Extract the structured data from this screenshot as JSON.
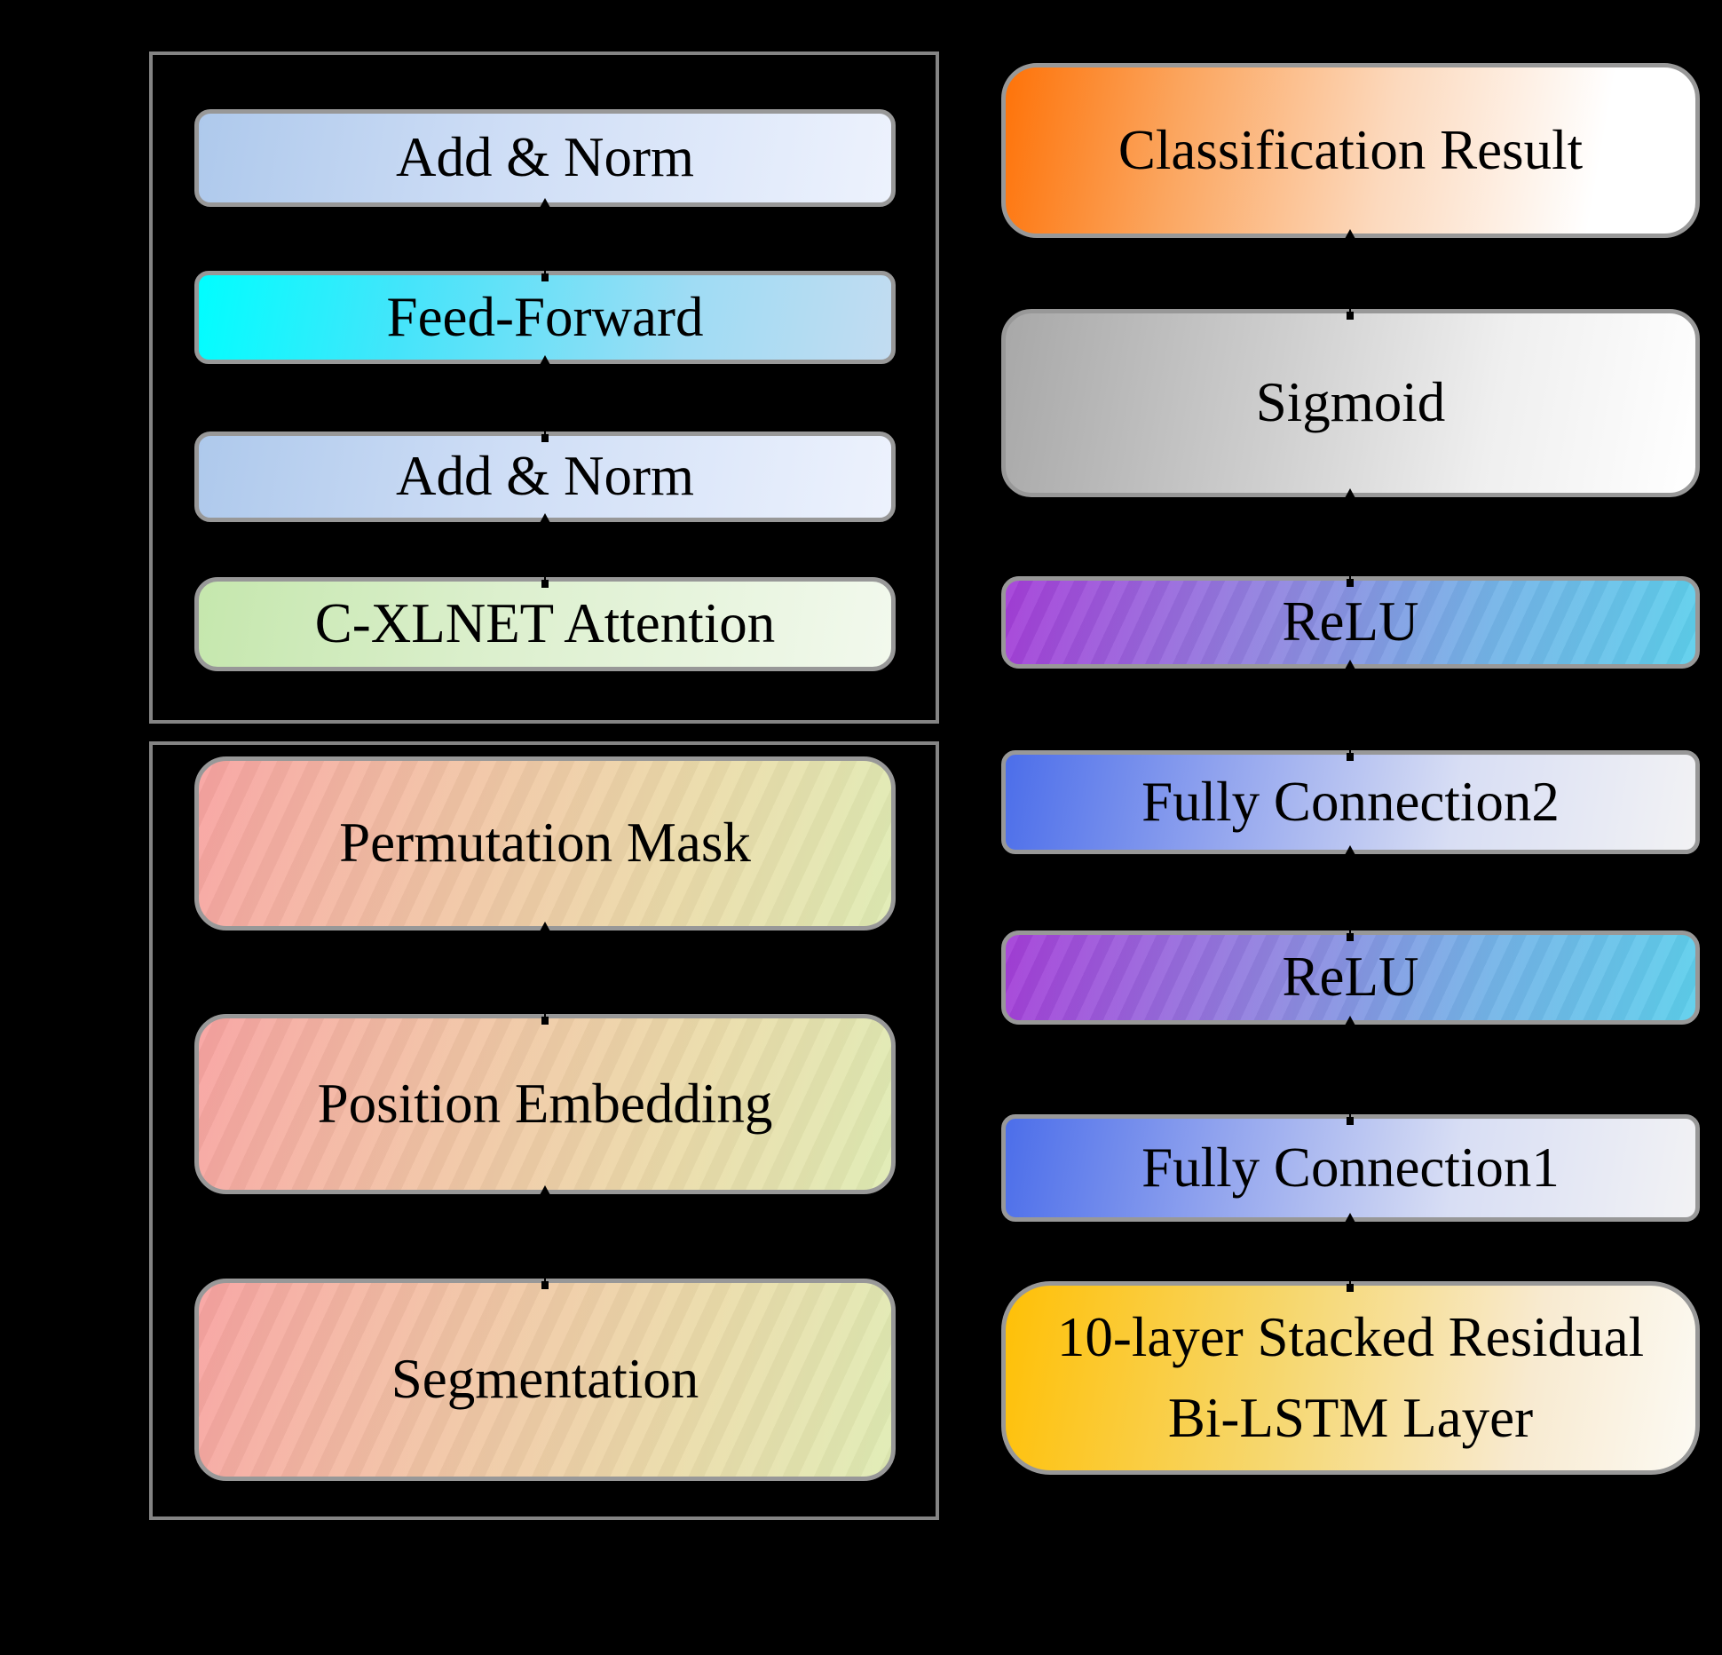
{
  "figure": {
    "background_color": "#000000",
    "box_border_color": "#989898",
    "frame_border_color": "#848484",
    "text_color": "#000000"
  },
  "xlnet_block": {
    "add_norm_top": "Add & Norm",
    "feed_forward": "Feed-Forward",
    "add_norm_bottom": "Add & Norm",
    "attention": "C-XLNET Attention"
  },
  "embedding_block": {
    "permutation_mask": "Permutation Mask",
    "position_embedding": "Position Embedding",
    "segmentation": "Segmentation"
  },
  "classifier_stack": {
    "classification_result": "Classification Result",
    "sigmoid": "Sigmoid",
    "relu_upper": "ReLU",
    "fully_connection2": "Fully Connection2",
    "relu_lower": "ReLU",
    "fully_connection1": "Fully Connection1",
    "bilstm_line1": "10-layer Stacked Residual",
    "bilstm_line2": "Bi-LSTM Layer"
  },
  "colors": {
    "add_norm_gradient": [
      "#aec9ec",
      "#edf2fd"
    ],
    "feed_forward_gradient": [
      "#00feff",
      "#c2dcf1"
    ],
    "attention_gradient": [
      "#c5e7ad",
      "#f2f9ed"
    ],
    "embedding_gradient": [
      "#f8a3a1",
      "#e0ecb4"
    ],
    "classification_gradient": [
      "#fe7309",
      "#ffffff"
    ],
    "sigmoid_gradient": [
      "#a8a8a8",
      "#ffffff"
    ],
    "relu_gradient": [
      "#a43ed8",
      "#5dcfec"
    ],
    "fully_connection_gradient": [
      "#4c6eea",
      "#f2f2f4"
    ],
    "bilstm_gradient": [
      "#ffc006",
      "#fcfaf3"
    ]
  }
}
